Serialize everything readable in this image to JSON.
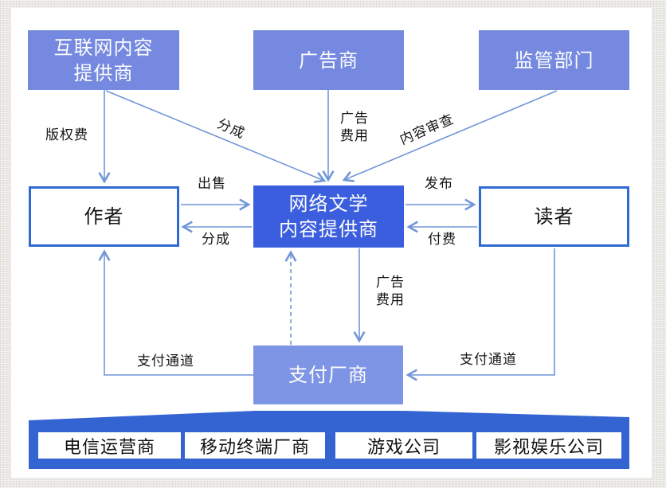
{
  "nodes": {
    "internet_content_provider": {
      "line1": "互联网内容",
      "line2": "提供商"
    },
    "advertiser": {
      "label": "广告商"
    },
    "regulator": {
      "label": "监管部门"
    },
    "author": {
      "label": "作者"
    },
    "online_literature_provider": {
      "line1": "网络文学",
      "line2": "内容提供商"
    },
    "reader": {
      "label": "读者"
    },
    "payment_vendor": {
      "label": "支付厂商"
    }
  },
  "edge_labels": {
    "copyright_fee": "版权费",
    "share_from_icp": "分成",
    "ad_fee_top": {
      "line1": "广告",
      "line2": "费用"
    },
    "content_review": "内容审查",
    "sell": "出售",
    "share_to_author": "分成",
    "publish": "发布",
    "pay": "付费",
    "ad_fee_bottom": {
      "line1": "广告",
      "line2": "费用"
    },
    "payment_channel_left": "支付通道",
    "payment_channel_right": "支付通道"
  },
  "bottom_bar": {
    "items": [
      "电信运营商",
      "移动终端厂商",
      "游戏公司",
      "影视娱乐公司"
    ]
  },
  "colors": {
    "node_fill_light": "#7489df",
    "node_fill_dark": "#3b5ede",
    "payment_fill": "#7e94e4",
    "bar_fill": "#3463d2",
    "outline_blue": "#2f6ad3",
    "arrow_blue": "#6f96d8"
  }
}
